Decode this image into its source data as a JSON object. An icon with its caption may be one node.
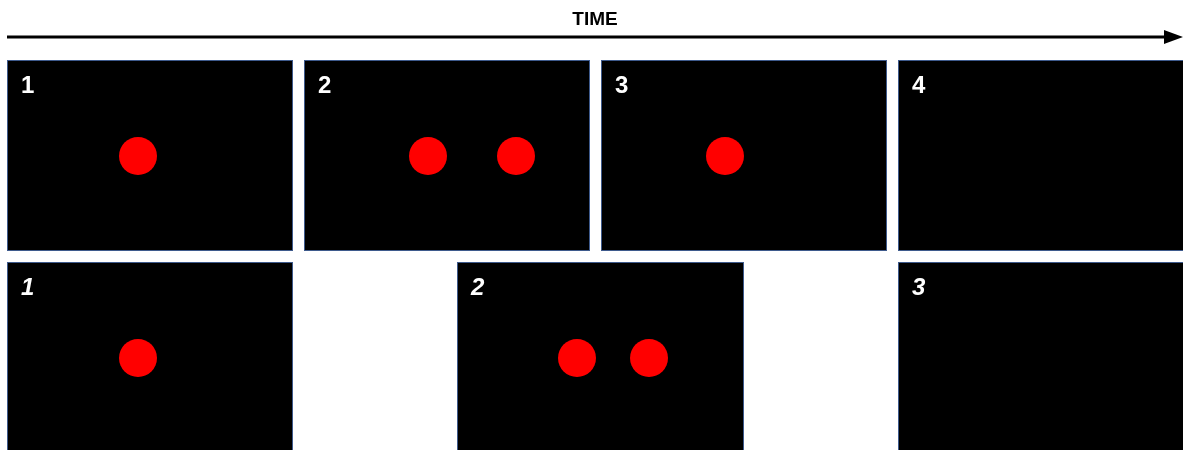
{
  "diagram": {
    "nodes": [
      {
        "text": [
          "1"
        ]
      },
      {
        "text": [
          "2"
        ]
      },
      {
        "text": [
          "3"
        ]
      },
      {
        "text": [
          "4"
        ]
      },
      {
        "text": [
          "1"
        ]
      },
      {
        "text": [
          "2"
        ]
      },
      {
        "text": [
          "3"
        ]
      }
    ],
    "edges": [],
    "labels": [
      "TIME"
    ]
  }
}
